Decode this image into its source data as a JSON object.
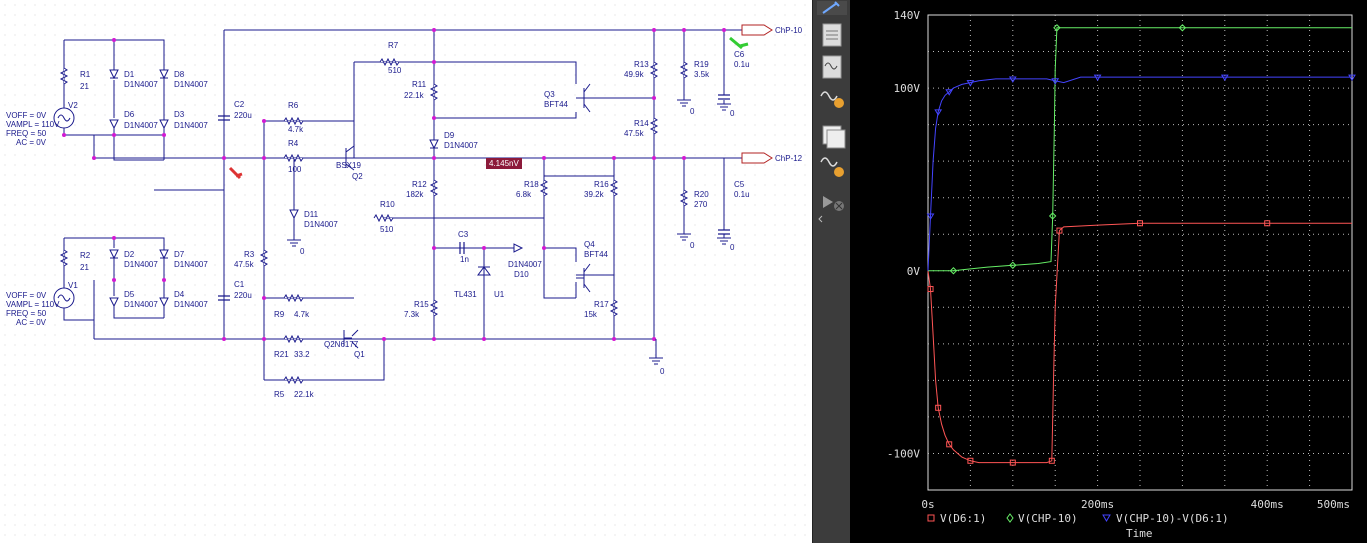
{
  "schematic": {
    "ports": {
      "top": "ChP-10",
      "mid": "ChP-12"
    },
    "voltage_readout": "4.145nV",
    "ground_label": "0",
    "sources": {
      "V2": [
        "V2",
        "VOFF = 0V",
        "VAMPL = 110V",
        "FREQ = 50",
        "AC = 0V"
      ],
      "V1": [
        "V1",
        "VOFF = 0V",
        "VAMPL = 110V",
        "FREQ = 50",
        "AC = 0V"
      ]
    },
    "parts": {
      "R1": "R1",
      "R1v": "21",
      "R2": "R2",
      "R2v": "21",
      "D1": "D1",
      "D1v": "D1N4007",
      "D8": "D8",
      "D8v": "D1N4007",
      "D6": "D6",
      "D6v": "D1N4007",
      "D3": "D3",
      "D3v": "D1N4007",
      "D2": "D2",
      "D2v": "D1N4007",
      "D7": "D7",
      "D7v": "D1N4007",
      "D5": "D5",
      "D5v": "D1N4007",
      "D4": "D4",
      "D4v": "D1N4007",
      "C2": "C2",
      "C2v": "220u",
      "C1": "C1",
      "C1v": "220u",
      "R6": "R6",
      "R6v": "4.7k",
      "R4": "R4",
      "R4v": "100",
      "R7": "R7",
      "R7v": "510",
      "R11": "R11",
      "R11v": "22.1k",
      "Q2": "Q2",
      "Q2v": "BSX19",
      "Q3": "Q3",
      "Q3v": "BFT44",
      "D9": "D9",
      "D9v": "D1N4007",
      "R13": "R13",
      "R13v": "49.9k",
      "R14": "R14",
      "R14v": "47.5k",
      "R19": "R19",
      "R19v": "3.5k",
      "C6": "C6",
      "C6v": "0.1u",
      "R20": "R20",
      "R20v": "270",
      "C5": "C5",
      "C5v": "0.1u",
      "D11": "D11",
      "D11v": "D1N4007",
      "R3": "R3",
      "R3v": "47.5k",
      "R12": "R12",
      "R12v": "182k",
      "R10": "R10",
      "R10v": "510",
      "R18": "R18",
      "R18v": "6.8k",
      "R16": "R16",
      "R16v": "39.2k",
      "C3": "C3",
      "C3v": "1n",
      "D10": "D10",
      "D10v": "D1N4007",
      "Q4": "Q4",
      "Q4v": "BFT44",
      "U1": "U1",
      "U1v": "TL431",
      "R15": "R15",
      "R15v": "7.3k",
      "R17": "R17",
      "R17v": "15k",
      "R9": "R9",
      "R9v": "4.7k",
      "R21": "R21",
      "R21v": "33.2",
      "Q1": "Q1",
      "Q1v": "Q2N6177",
      "R5": "R5",
      "R5v": "22.1k"
    }
  },
  "toolbar": {
    "icons": [
      "probe-pin-icon",
      "document-icon",
      "waveform-doc-icon",
      "waveform-zoom-icon",
      "stacked-windows-icon",
      "waveform-edit-icon",
      "probe-remove-icon"
    ]
  },
  "plot": {
    "y_ticks": [
      "140V",
      "100V",
      "0V",
      "-100V"
    ],
    "x_ticks": [
      "0s",
      "200ms",
      "400ms",
      "500ms"
    ],
    "x_label": "Time",
    "legend": [
      "V(D6:1)",
      "V(CHP-10)",
      "V(CHP-10)-V(D6:1)"
    ],
    "colors": {
      "red": "#ff5555",
      "green": "#66ee66",
      "blue": "#4444ff",
      "grid": "#bbbbbb"
    }
  },
  "chart_data": {
    "type": "line",
    "xlim": [
      0,
      500
    ],
    "ylim": [
      -120,
      140
    ],
    "grid": true,
    "legend_position": "bottom",
    "x_ticks": [
      "0s",
      "200ms",
      "400ms",
      "500ms"
    ],
    "y_ticks": [
      "140V",
      "100V",
      "0V",
      "-100V"
    ],
    "xlabel": "Time",
    "series": [
      {
        "name": "V(D6:1)",
        "color": "#ff5555",
        "x": [
          0,
          3,
          6,
          9,
          12,
          16,
          20,
          25,
          30,
          40,
          50,
          60,
          80,
          100,
          120,
          140,
          146,
          148,
          150,
          155,
          160,
          200,
          250,
          300,
          350,
          400,
          450,
          500
        ],
        "y": [
          0,
          -10,
          -35,
          -60,
          -75,
          -84,
          -90,
          -95,
          -98,
          -102,
          -104,
          -105,
          -105,
          -105,
          -105,
          -105,
          -104,
          -60,
          -20,
          22,
          24,
          25,
          26,
          26,
          26,
          26,
          26,
          26
        ]
      },
      {
        "name": "V(CHP-10)",
        "color": "#66ee66",
        "x": [
          0,
          30,
          50,
          70,
          100,
          130,
          145,
          147,
          149,
          150,
          152,
          160,
          200,
          300,
          400,
          500
        ],
        "y": [
          0,
          0,
          1,
          2,
          3,
          4,
          5,
          30,
          80,
          110,
          133,
          133,
          133,
          133,
          133,
          133
        ]
      },
      {
        "name": "V(CHP-10)-V(D6:1)",
        "color": "#4444ff",
        "x": [
          0,
          3,
          6,
          9,
          12,
          16,
          20,
          25,
          30,
          40,
          50,
          60,
          80,
          100,
          120,
          140,
          150,
          160,
          180,
          200,
          250,
          300,
          350,
          400,
          450,
          500
        ],
        "y": [
          0,
          30,
          60,
          78,
          87,
          93,
          96,
          98,
          100,
          102,
          103,
          104,
          105,
          105,
          105,
          105,
          104,
          103,
          106,
          106,
          106,
          106,
          106,
          106,
          106,
          106
        ]
      }
    ]
  }
}
